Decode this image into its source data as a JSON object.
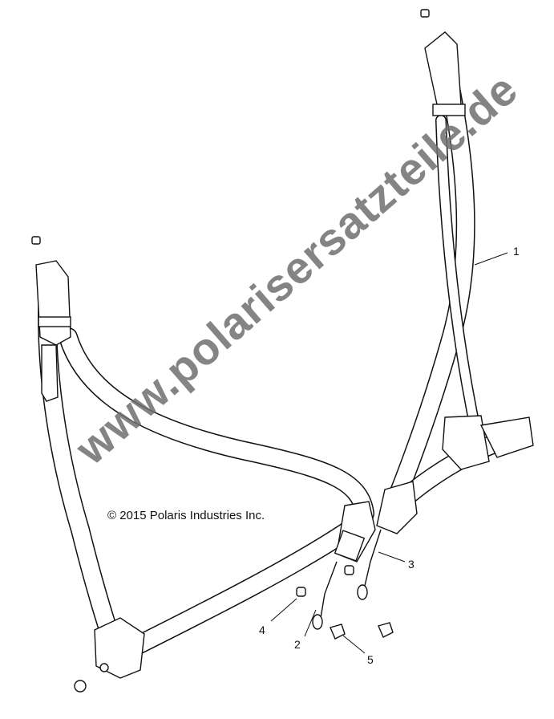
{
  "diagram": {
    "copyright": "© 2015 Polaris Industries Inc.",
    "watermark": "www.polarisersatzteile.de",
    "callouts": [
      "1",
      "2",
      "3",
      "4",
      "5"
    ]
  }
}
